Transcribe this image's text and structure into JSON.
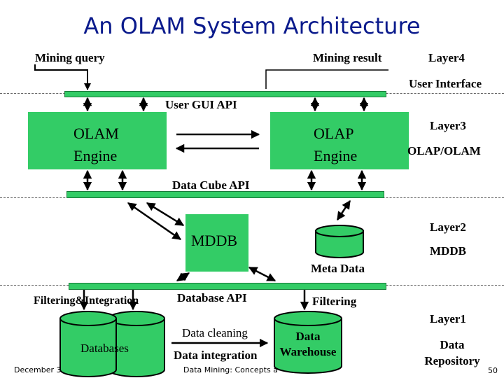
{
  "title": "An OLAM System Architecture",
  "labels": {
    "mining_query": "Mining query",
    "mining_result": "Mining result",
    "user_interface": "User Interface",
    "user_gui_api": "User GUI API",
    "olam_engine_1": "OLAM",
    "olam_engine_2": "Engine",
    "olap_engine_1": "OLAP",
    "olap_engine_2": "Engine",
    "olap_olam": "OLAP/OLAM",
    "data_cube_api": "Data Cube API",
    "mddb_box": "MDDB",
    "mddb_layer": "MDDB",
    "meta_data": "Meta Data",
    "filtering_integration": "Filtering&Integration",
    "database_api": "Database API",
    "filtering": "Filtering",
    "databases": "Databases",
    "data_cleaning": "Data cleaning",
    "data_integration": "Data integration",
    "data_warehouse_1": "Data",
    "data_warehouse_2": "Warehouse",
    "data_repository_1": "Data",
    "data_repository_2": "Repository"
  },
  "layers": {
    "layer4": "Layer4",
    "layer3": "Layer3",
    "layer2": "Layer2",
    "layer1": "Layer1"
  },
  "footer": {
    "date": "December 3",
    "source": "Data Mining: Concepts a",
    "page": "50"
  },
  "colors": {
    "title": "#0a1a8c",
    "component_fill": "#33cc66",
    "component_border": "#1a7a3a"
  }
}
